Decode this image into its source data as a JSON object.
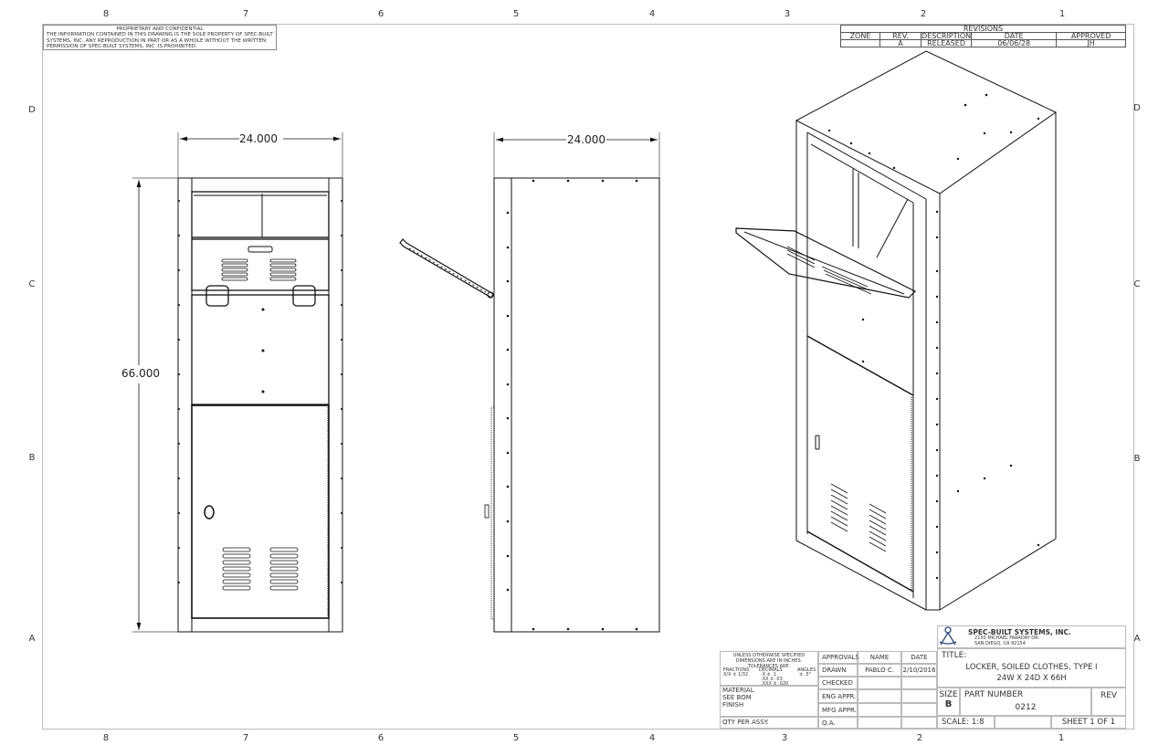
{
  "zones": {
    "top": [
      "8",
      "7",
      "6",
      "5",
      "4",
      "3",
      "2",
      "1"
    ],
    "bottom": [
      "8",
      "7",
      "6",
      "5",
      "4",
      "3",
      "2",
      "1"
    ],
    "left": [
      "D",
      "C",
      "B",
      "A"
    ],
    "right": [
      "D",
      "C",
      "B",
      "A"
    ]
  },
  "proprietary": {
    "title": "PROPRIETARY AND CONFIDENTIAL",
    "line1": "THE INFORMATION CONTAINED IN THIS DRAWING IS THE SOLE PROPERTY OF SPEC-BUILT",
    "line2": "SYSTEMS, INC.  ANY REPRODUCTION IN PART OR AS A WHOLE WITHOUT THE WRITTEN",
    "line3": "PERMISSION OF SPEC-BUILT SYSTEMS, INC. IS PROHIBITED."
  },
  "revisions": {
    "title": "REVISIONS",
    "headers": [
      "ZONE",
      "REV.",
      "DESCRIPTION",
      "DATE",
      "APPROVED"
    ],
    "rows": [
      {
        "zone": "",
        "rev": "A",
        "description": "RELEASED",
        "date": "06/06/28",
        "approved": "JH"
      }
    ]
  },
  "dimensions": {
    "front_width": "24.000",
    "side_depth": "24.000",
    "height": "66.000"
  },
  "title_block": {
    "tolerances_header": "UNLESS OTHERWISE SPECIFIED DIMENSIONS ARE IN INCHES.  TOLERANCES ARE:",
    "fractions_label": "FRACTIONS",
    "fractions_value": "X/X ± 1/32",
    "decimals_label": "DECIMALS",
    "decimals_x": ".X    ± .1",
    "decimals_xx": ".XX   ± .03",
    "decimals_xxx": ".XXX ± .020",
    "angles_label": "ANGLES",
    "angles_value": "± .5°",
    "material_label": "MATERIAL",
    "material_value": "SEE BOM",
    "finish_label": "FINISH",
    "qty_label": "QTY PER ASSY.",
    "approvals_header": "APPROVALS",
    "name_header": "NAME",
    "date_header": "DATE",
    "approvals": [
      {
        "role": "DRAWN",
        "name": "PABLO C.",
        "date": "2/10/2016"
      },
      {
        "role": "CHECKED",
        "name": "",
        "date": ""
      },
      {
        "role": "ENG APPR.",
        "name": "",
        "date": ""
      },
      {
        "role": "MFG APPR.",
        "name": "",
        "date": ""
      },
      {
        "role": "Q.A.",
        "name": "",
        "date": ""
      }
    ],
    "company": "SPEC-BUILT SYSTEMS, INC.",
    "address1": "2150 MICHAEL FARADAY DR.",
    "address2": "SAN DIEGO, CA 92154",
    "title_label": "TITLE:",
    "title_line1": "LOCKER, SOILED CLOTHES, TYPE I",
    "title_line2": "24W X 24D X 66H",
    "size_label": "SIZE",
    "size_value": "B",
    "part_number_label": "PART NUMBER",
    "part_number_value": "0212",
    "rev_label": "REV",
    "rev_value": "",
    "scale": "SCALE: 1:8",
    "sheet": "SHEET 1 OF 1"
  },
  "colors": {
    "line": "#111111",
    "border": "#bbbbbb",
    "logo": "#2c4a7a"
  }
}
